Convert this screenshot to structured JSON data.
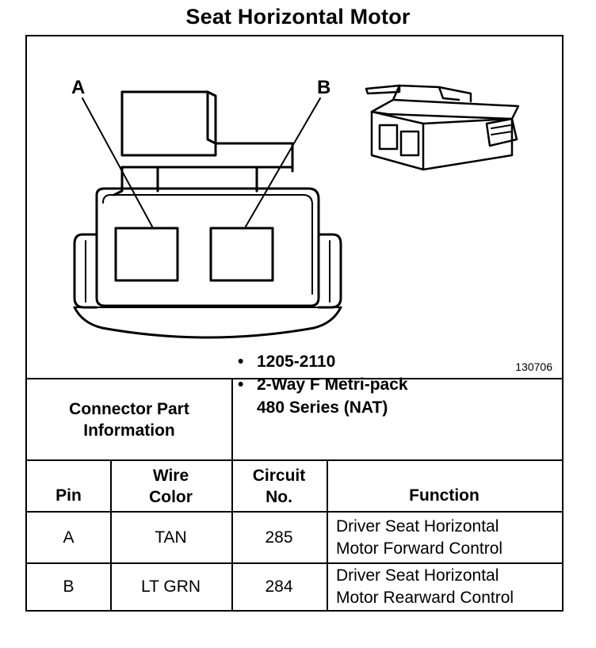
{
  "title": "Seat Horizontal Motor",
  "figure": {
    "number": "130706",
    "labels": {
      "a": "A",
      "b": "B"
    }
  },
  "connector_info": {
    "label_line1": "Connector Part",
    "label_line2": "Information",
    "items": [
      {
        "lines": [
          "1205-2110"
        ]
      },
      {
        "lines": [
          "2-Way F Metri-pack",
          "480 Series (NAT)"
        ]
      }
    ]
  },
  "table": {
    "headers": {
      "pin": "Pin",
      "wire_color_line1": "Wire",
      "wire_color_line2": "Color",
      "circuit_line1": "Circuit",
      "circuit_line2": "No.",
      "function": "Function"
    },
    "rows": [
      {
        "pin": "A",
        "wire_color": "TAN",
        "circuit": "285",
        "function_line1": "Driver Seat Horizontal",
        "function_line2": "Motor Forward Control"
      },
      {
        "pin": "B",
        "wire_color": "LT GRN",
        "circuit": "284",
        "function_line1": "Driver Seat Horizontal",
        "function_line2": "Motor Rearward Control"
      }
    ]
  }
}
